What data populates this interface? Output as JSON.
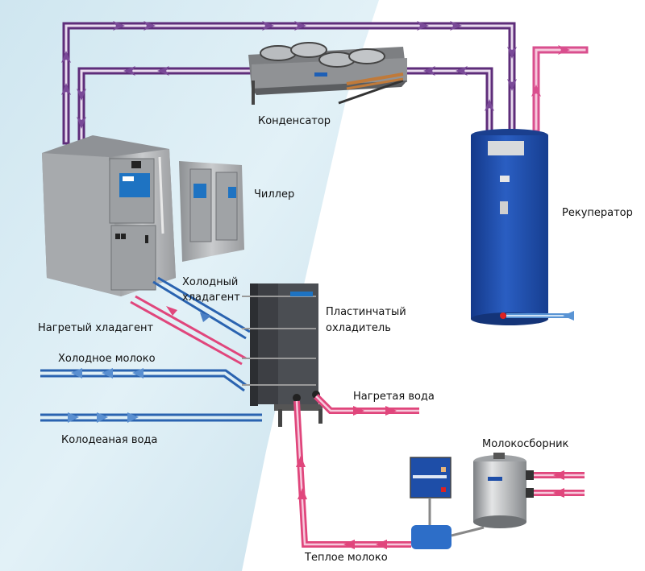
{
  "diagram": {
    "language": "ru",
    "components": {
      "condenser": "Конденсатор",
      "chiller": "Чиллер",
      "recuperator": "Рекуператор",
      "plate_cooler_line1": "Пластинчатый",
      "plate_cooler_line2": "охладитель",
      "milk_collector": "Молокосборник"
    },
    "flows": {
      "cold_refrigerant_line1": "Холодный",
      "cold_refrigerant_line2": "хладагент",
      "heated_refrigerant": "Нагретый хладагент",
      "cold_milk": "Холодное молоко",
      "well_water": "Колодеаная вода",
      "heated_water": "Нагретая вода",
      "warm_milk": "Теплое молоко"
    },
    "colors": {
      "refrigerant_pipe": "#5e2d7a",
      "hot_pipe": "#e0467c",
      "cold_pipe": "#2a63b0",
      "ice_background": "#d5e9f2",
      "tank_blue": "#1e4ea8",
      "steel": "#a9abad"
    }
  }
}
